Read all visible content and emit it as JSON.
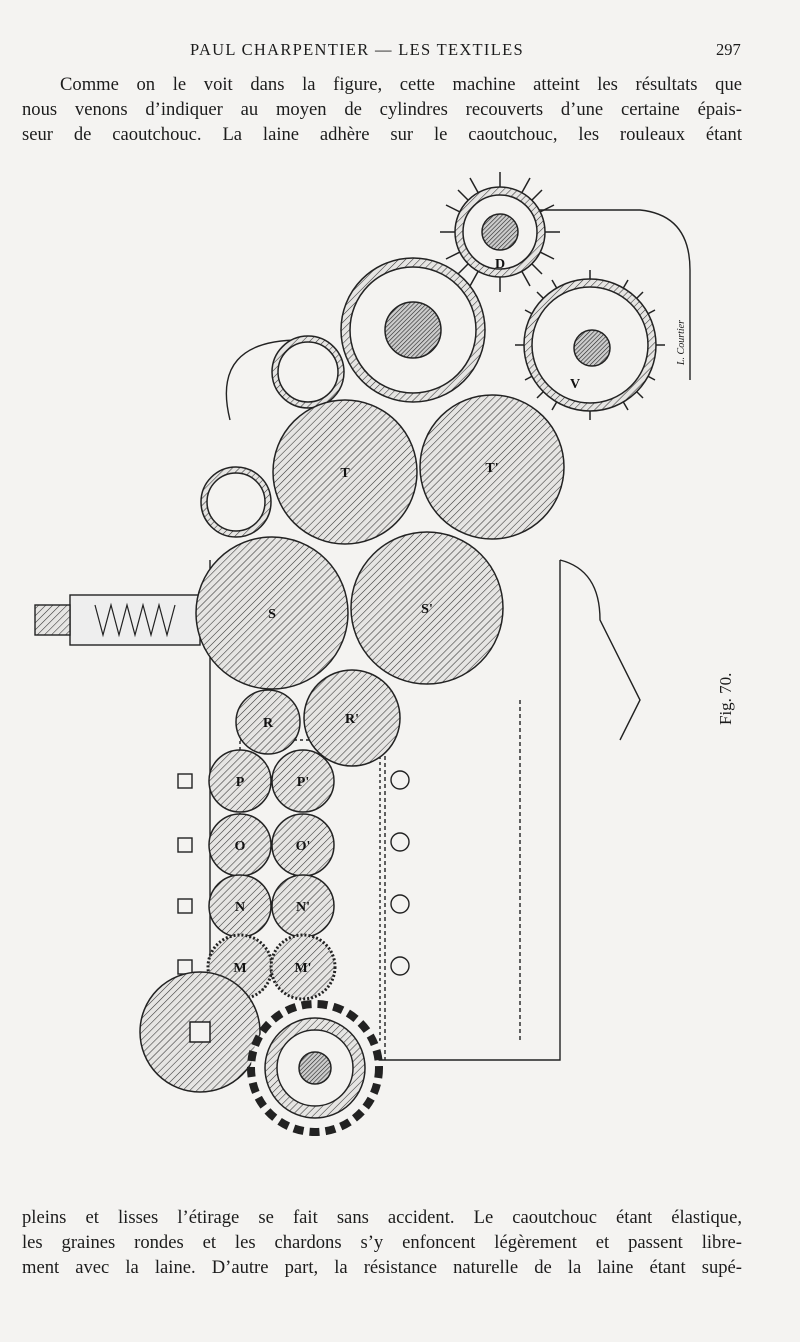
{
  "header": {
    "running_title": "PAUL CHARPENTIER — LES TEXTILES",
    "page_number": "297"
  },
  "top_paragraph": {
    "lines": [
      "Comme on le voit dans la figure, cette machine atteint les résultats que",
      "nous venons d’indiquer au moyen de cylindres recouverts d’une certaine épais-",
      "seur de caoutchouc. La laine adhère sur le caoutchouc, les rouleaux étant"
    ]
  },
  "figure": {
    "caption": "Fig. 70.",
    "signature": "L. Courtier",
    "roll_labels": {
      "D": "D",
      "V": "V",
      "T": "T",
      "T2": "T'",
      "S": "S",
      "S2": "S'",
      "R": "R",
      "R2": "R'",
      "P": "P",
      "P2": "P'",
      "O": "O",
      "O2": "O'",
      "N": "N",
      "N2": "N'",
      "M": "M",
      "M2": "M'"
    }
  },
  "bottom_paragraph": {
    "lines": [
      "pleins et lisses l’étirage se fait sans accident. Le caoutchouc étant élastique,",
      "les graines rondes et les chardons s’y enfoncent légèrement et passent libre-",
      "ment avec la laine. D’autre part, la résistance naturelle de la laine étant supé-"
    ]
  },
  "colors": {
    "paper": "#f4f3f1",
    "ink": "#1c1c1c"
  }
}
